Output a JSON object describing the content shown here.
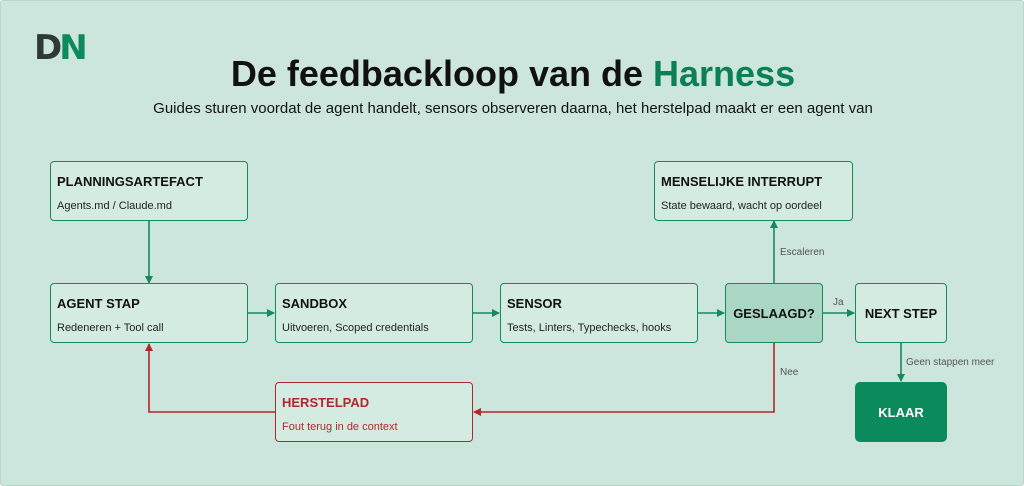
{
  "logo": {
    "left": "D",
    "right": "N"
  },
  "header": {
    "title_main": "De feedbackloop van de",
    "title_accent": "Harness",
    "subtitle": "Guides sturen voordat de agent handelt, sensors observeren daarna, het herstelpad maakt er een agent van"
  },
  "nodes": {
    "planning": {
      "title": "PLANNINGSARTEFACT",
      "sub": "Agents.md / Claude.md"
    },
    "agent": {
      "title": "AGENT STAP",
      "sub": "Redeneren + Tool call"
    },
    "sandbox": {
      "title": "SANDBOX",
      "sub": "Uitvoeren, Scoped credentials"
    },
    "sensor": {
      "title": "SENSOR",
      "sub": "Tests, Linters, Typechecks, hooks"
    },
    "geslaagd": {
      "title": "GESLAAGD?"
    },
    "next": {
      "title": "NEXT STEP"
    },
    "interrupt": {
      "title": "MENSELIJKE INTERRUPT",
      "sub": "State bewaard, wacht op oordeel"
    },
    "herstel": {
      "title": "HERSTELPAD",
      "sub": "Fout terug in de context"
    },
    "klaar": {
      "title": "KLAAR"
    }
  },
  "edge_labels": {
    "escaleren": "Escaleren",
    "ja": "Ja",
    "nee": "Nee",
    "geen": "Geen stappen meer"
  },
  "colors": {
    "background": "#cde6dd",
    "green": "#168a5e",
    "red": "#b0282b",
    "accent": "#0b7f55",
    "done": "#0b8a5c"
  }
}
